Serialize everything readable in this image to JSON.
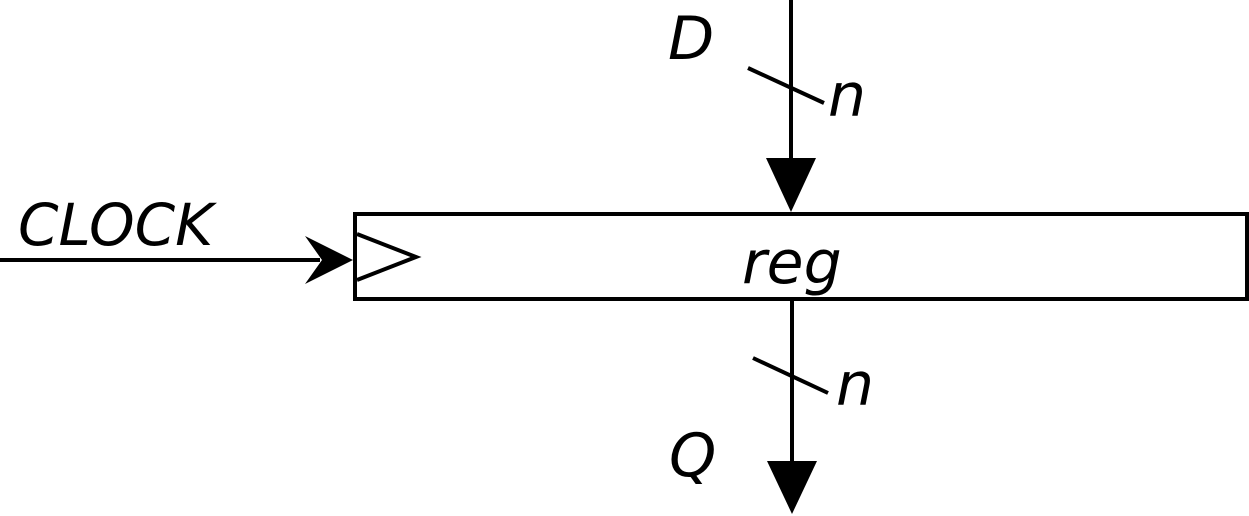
{
  "diagram": {
    "register_label": "reg",
    "input_label": "D",
    "output_label": "Q",
    "clock_label": "CLOCK",
    "input_width_label": "n",
    "output_width_label": "n",
    "colors": {
      "stroke": "#000000",
      "background": "#ffffff"
    },
    "icons": {
      "clock_input": "clock-triangle-icon",
      "data_in_arrow": "arrow-down-icon",
      "data_out_arrow": "arrow-down-icon",
      "clock_arrow": "arrow-right-icon"
    }
  }
}
